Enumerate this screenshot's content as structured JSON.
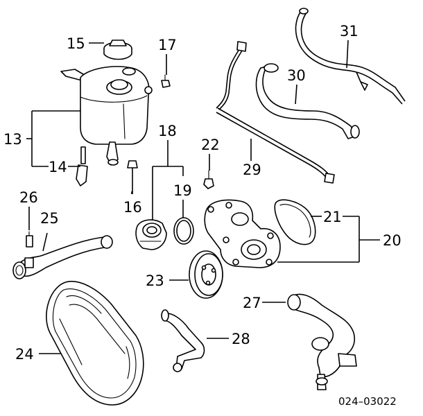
{
  "diagram": {
    "figure_code": "024–03022",
    "labels": {
      "l13": "13",
      "l14": "14",
      "l15": "15",
      "l16": "16",
      "l17": "17",
      "l18": "18",
      "l19": "19",
      "l20": "20",
      "l21": "21",
      "l22": "22",
      "l23": "23",
      "l24": "24",
      "l25": "25",
      "l26": "26",
      "l27": "27",
      "l28": "28",
      "l29": "29",
      "l30": "30",
      "l31": "31"
    }
  }
}
